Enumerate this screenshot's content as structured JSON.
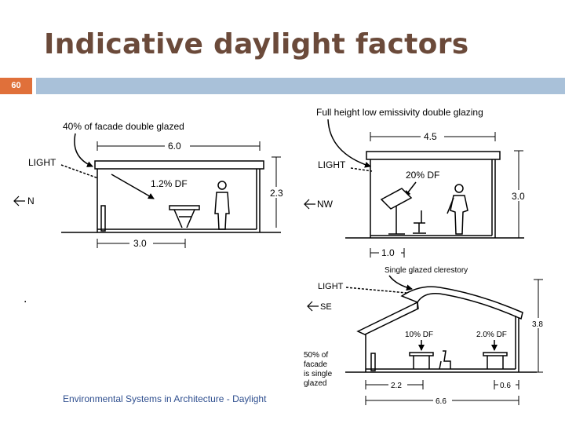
{
  "slide": {
    "title": "Indicative daylight factors",
    "number": "60",
    "footer": "Environmental Systems in Architecture - Daylight",
    "bullet": "."
  },
  "diagram1": {
    "caption": "40% of facade double glazed",
    "light": "LIGHT",
    "df": "1.2% DF",
    "orientation": "N",
    "dim_width": "6.0",
    "dim_height": "2.3",
    "dim_depth": "3.0"
  },
  "diagram2": {
    "caption": "Full height low emissivity double glazing",
    "light": "LIGHT",
    "df": "20% DF",
    "orientation": "NW",
    "dim_width": "4.5",
    "dim_height": "3.0",
    "dim_depth": "1.0"
  },
  "diagram3": {
    "caption": "Single glazed clerestory",
    "light": "LIGHT",
    "orientation": "SE",
    "df_left": "10% DF",
    "df_right": "2.0% DF",
    "facade_note": [
      "50% of",
      "facade",
      "is single",
      "glazed"
    ],
    "dim_height": "3.8",
    "dim_left": "2.2",
    "dim_right": "0.6",
    "dim_total": "6.6"
  }
}
